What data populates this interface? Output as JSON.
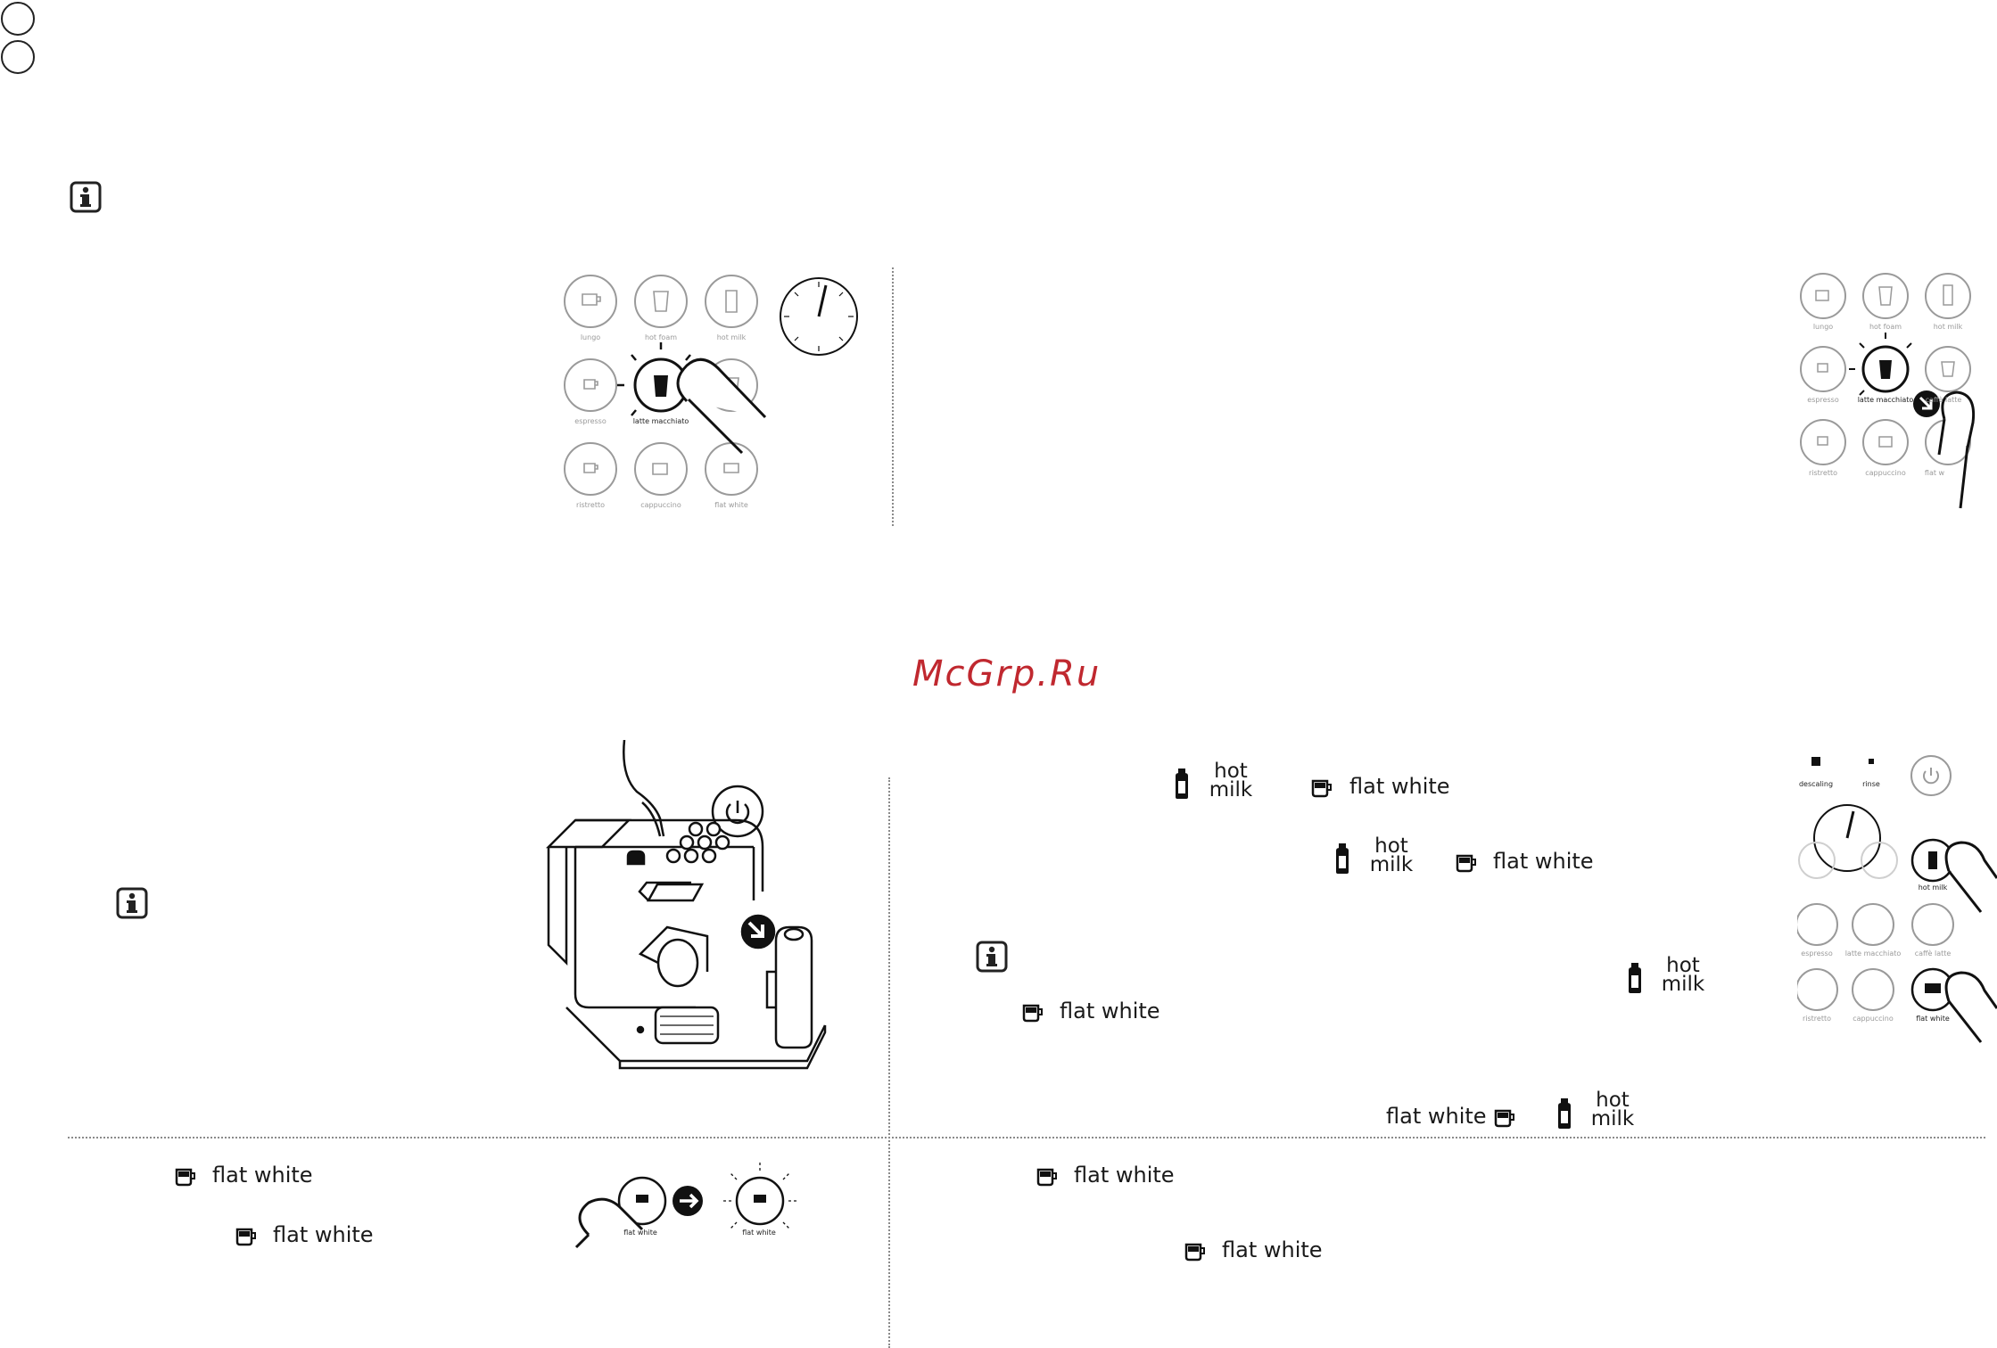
{
  "watermark": "McGrp.Ru",
  "panel_a": {
    "buttons": [
      "lungo",
      "hot foam",
      "hot milk",
      "espresso",
      "latte macchiato",
      "ristretto",
      "cappuccino",
      "flat white"
    ]
  },
  "panel_b": {
    "buttons": [
      "lungo",
      "hot foam",
      "hot milk",
      "espresso",
      "latte macchiato",
      "caffè latte",
      "ristretto",
      "cappuccino",
      "flat w"
    ]
  },
  "panel_d": {
    "buttons": [
      "descaling",
      "rinse",
      "hot milk",
      "espresso",
      "latte macchiato",
      "caffè latte",
      "ristretto",
      "cappuccino",
      "flat white"
    ]
  },
  "text": {
    "hot": "hot",
    "milk": "milk",
    "flat_white": "flat white"
  }
}
